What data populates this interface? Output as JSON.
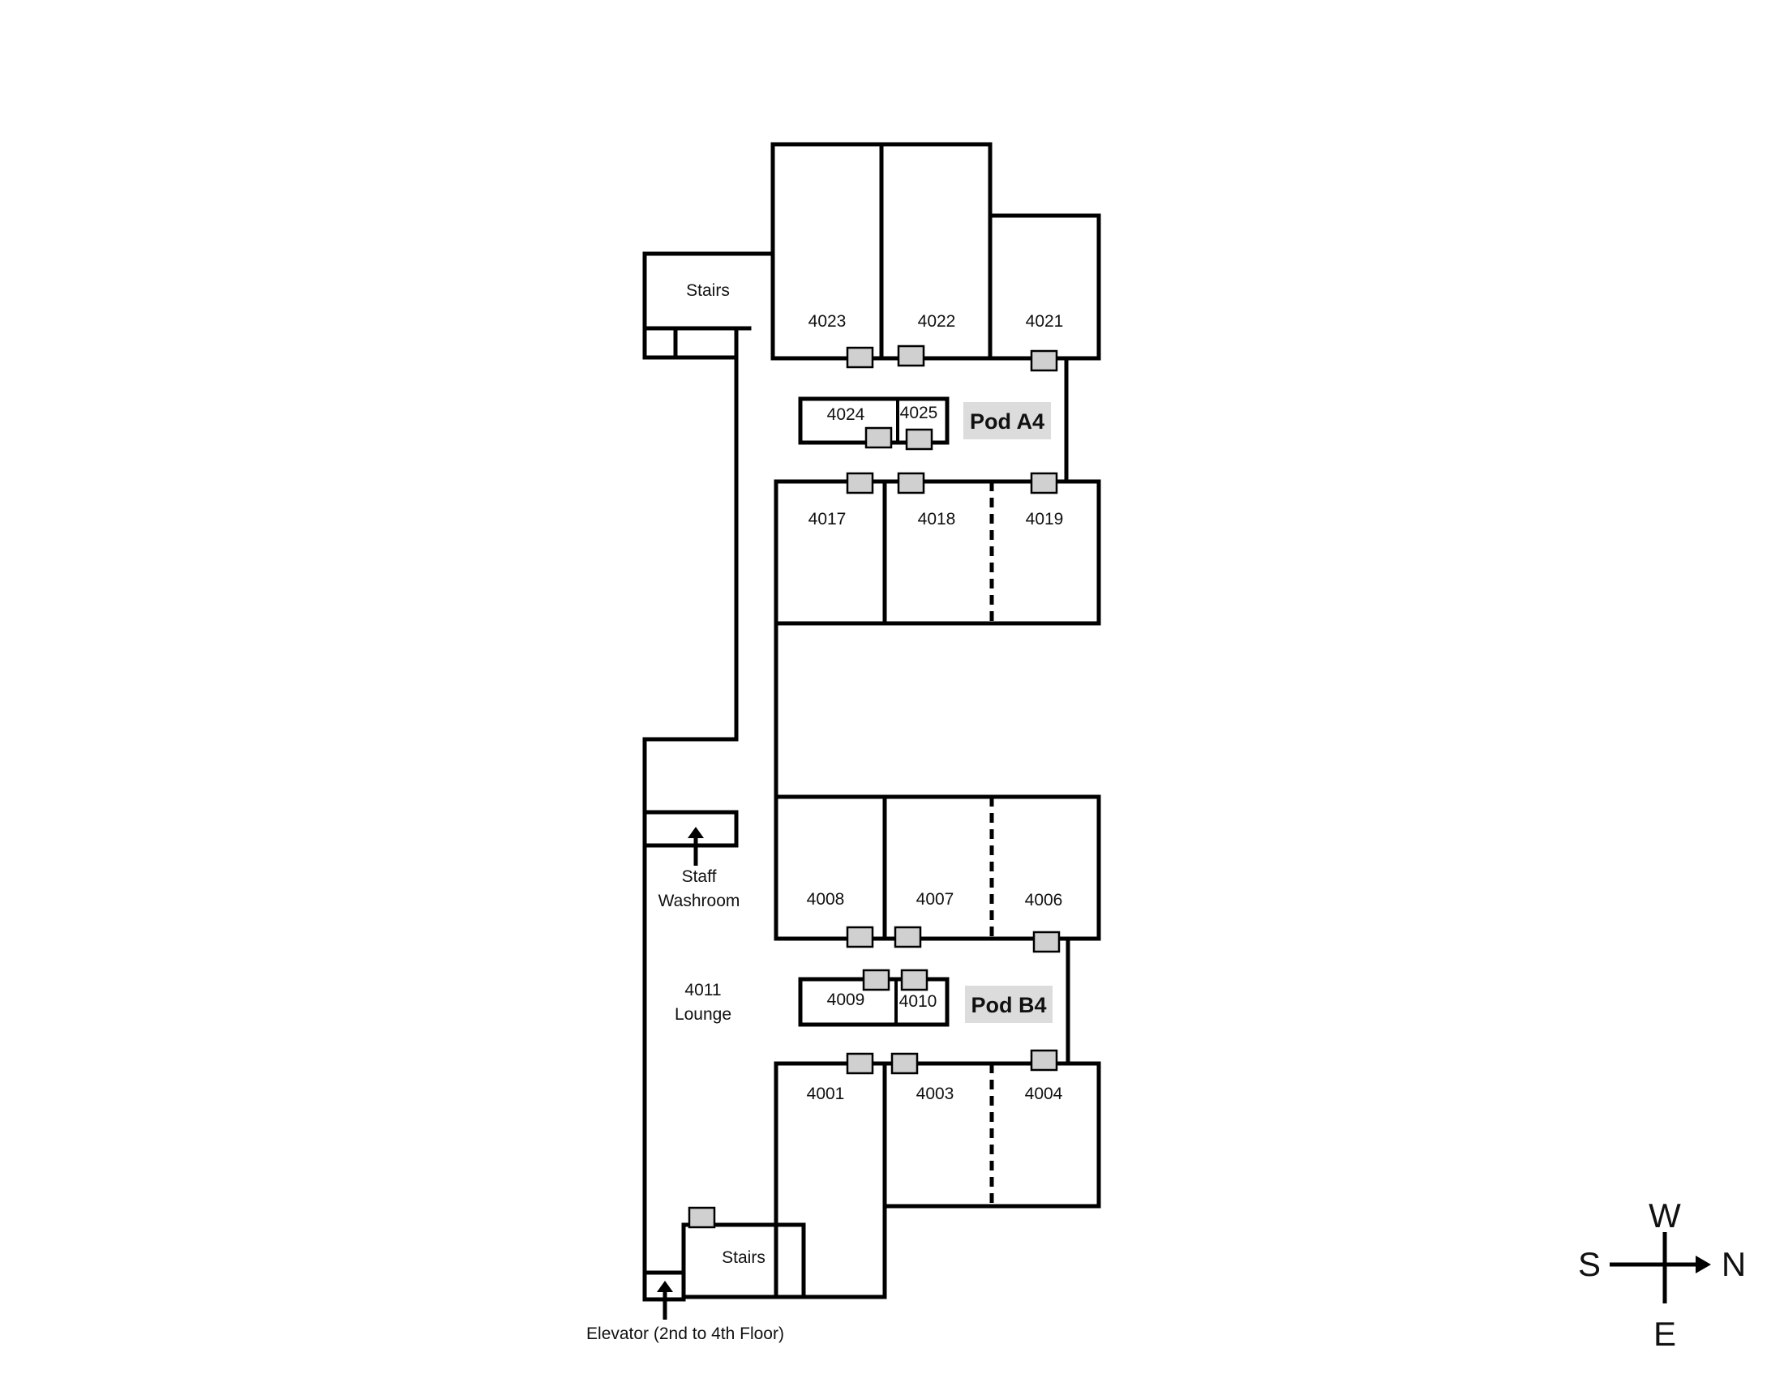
{
  "rooms": {
    "r4023": "4023",
    "r4022": "4022",
    "r4021": "4021",
    "r4024": "4024",
    "r4025": "4025",
    "r4017": "4017",
    "r4018": "4018",
    "r4019": "4019",
    "r4008": "4008",
    "r4007": "4007",
    "r4006": "4006",
    "r4009": "4009",
    "r4010": "4010",
    "r4001": "4001",
    "r4003": "4003",
    "r4004": "4004"
  },
  "pods": {
    "a4": "Pod A4",
    "b4": "Pod B4"
  },
  "labels": {
    "stairs_top": "Stairs",
    "stairs_bottom": "Stairs",
    "washroom_line1": "Staff",
    "washroom_line2": "Washroom",
    "lounge_line1": "4011",
    "lounge_line2": "Lounge",
    "elevator": "Elevator (2nd to 4th Floor)"
  },
  "compass": {
    "west": "W",
    "south": "S",
    "north": "N",
    "east": "E"
  },
  "colors": {
    "door_marker": "#d0d0d0",
    "pod_label_bg": "#dcdcdc",
    "walls": "#000000"
  }
}
